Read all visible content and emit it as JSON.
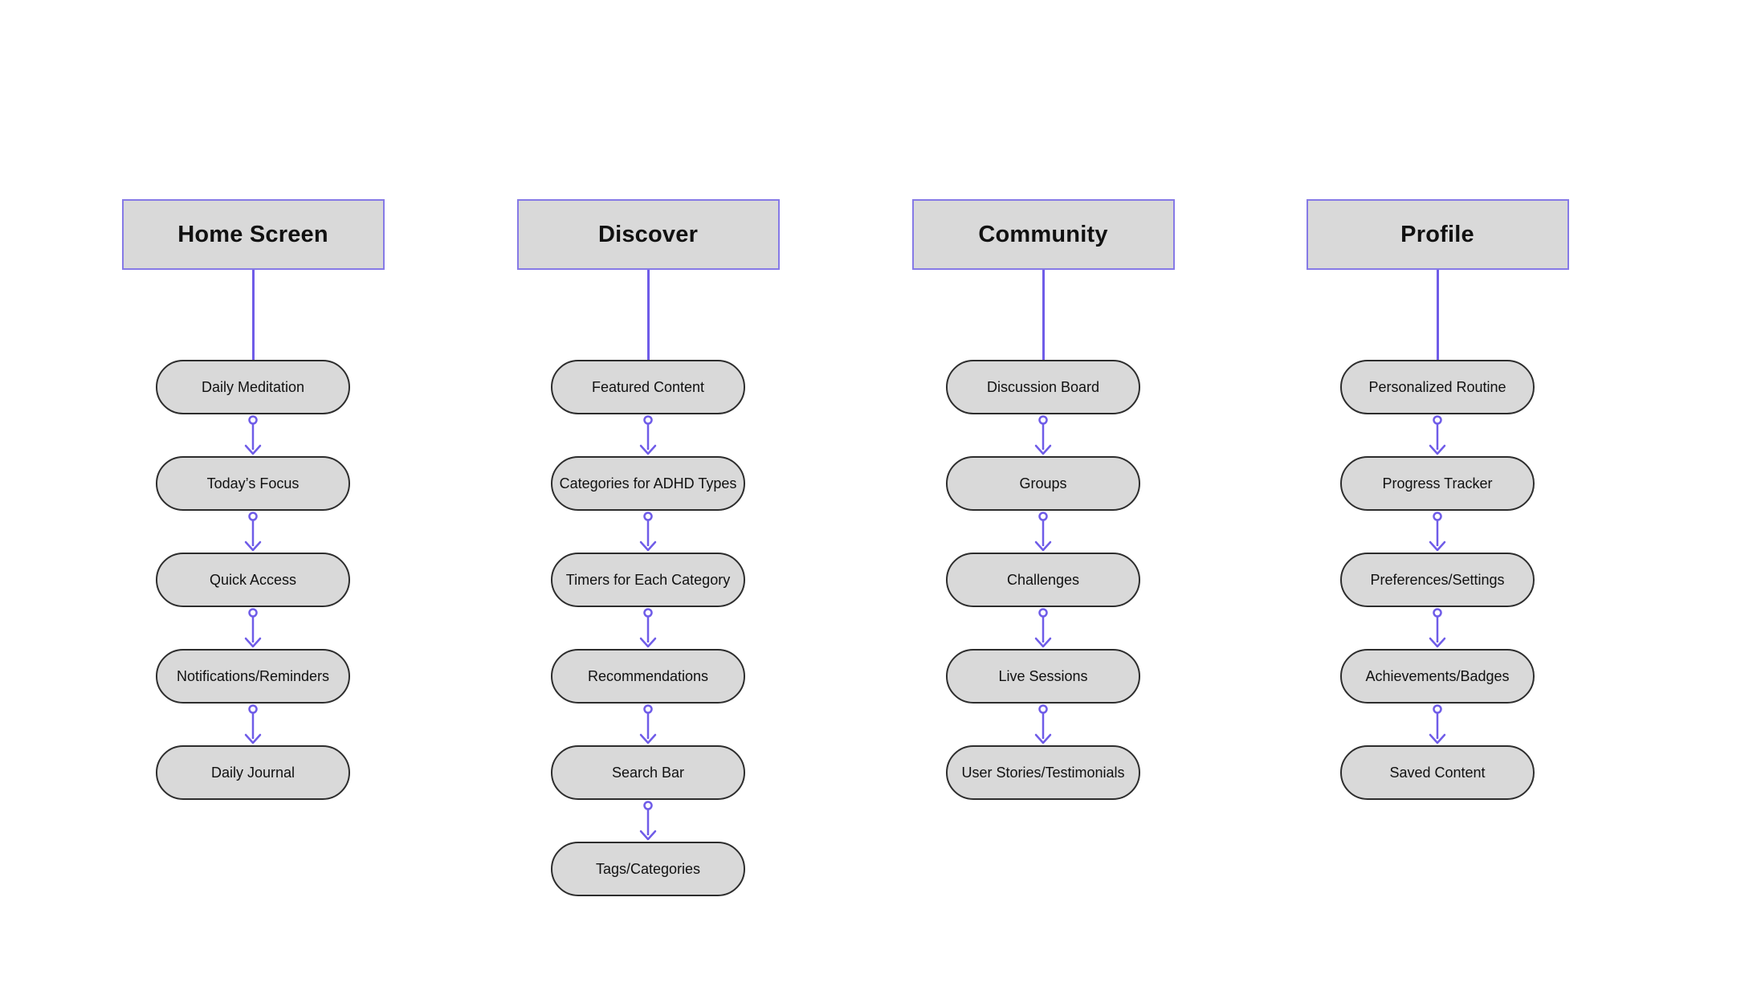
{
  "diagram": {
    "title": "App navigation sitemap flowchart",
    "colors": {
      "connector": "#6f5ce8",
      "header_border": "#867ae6",
      "node_fill": "#d9d9d9",
      "node_border": "#2d2d2d",
      "text": "#111111",
      "background": "#ffffff"
    },
    "columns": [
      {
        "title": "Home Screen",
        "items": [
          "Daily Meditation",
          "Today’s Focus",
          "Quick Access",
          "Notifications/Reminders",
          "Daily Journal"
        ]
      },
      {
        "title": "Discover",
        "items": [
          "Featured Content",
          "Categories for ADHD Types",
          "Timers for Each Category",
          "Recommendations",
          "Search Bar",
          "Tags/Categories"
        ]
      },
      {
        "title": "Community",
        "items": [
          "Discussion Board",
          "Groups",
          "Challenges",
          "Live Sessions",
          "User Stories/Testimonials"
        ]
      },
      {
        "title": "Profile",
        "items": [
          "Personalized Routine",
          "Progress Tracker",
          "Preferences/Settings",
          "Achievements/Badges",
          "Saved Content"
        ]
      }
    ]
  }
}
